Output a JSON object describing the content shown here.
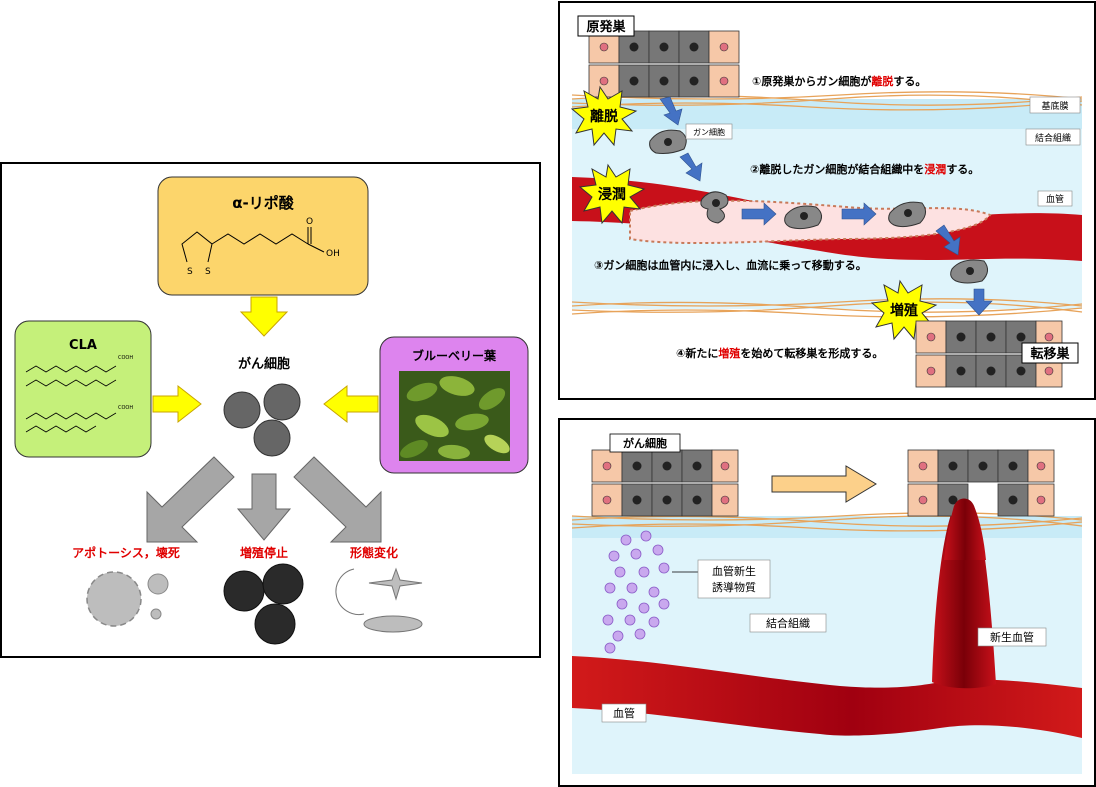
{
  "left": {
    "lipoic": "α-リポ酸",
    "lipoic_s1": "S",
    "lipoic_s2": "S",
    "lipoic_oh": "OH",
    "lipoic_o": "O",
    "cla": "CLA",
    "cooh": "COOH",
    "blueberry": "ブルーベリー葉",
    "cancer": "がん細胞",
    "out1": "アポトーシス，壊死",
    "out2": "増殖停止",
    "out3": "形態変化"
  },
  "topright": {
    "primary": "原発巣",
    "step1_pre": "①原発巣からガン細胞が",
    "step1_hl": "離脱",
    "step1_post": "する。",
    "basement": "基底膜",
    "badge_detach": "離脱",
    "cell_label": "ガン細胞",
    "connective": "結合組織",
    "step2_pre": "②離脱したガン細胞が結合組織中を",
    "step2_hl": "浸潤",
    "step2_post": "する。",
    "badge_invade": "浸潤",
    "vessel": "血管",
    "step3": "③ガン細胞は血管内に浸入し、血流に乗って移動する。",
    "badge_prolif": "増殖",
    "step4_pre": "④新たに",
    "step4_hl": "増殖",
    "step4_post": "を始めて転移巣を形成する。",
    "metastasis": "転移巣"
  },
  "bottomright": {
    "cancer": "がん細胞",
    "factor": "血管新生\n誘導物質",
    "factor_l1": "血管新生",
    "factor_l2": "誘導物質",
    "connective": "結合組織",
    "new_vessel": "新生血管",
    "vessel": "血管"
  },
  "colors": {
    "highlight": "#e00000",
    "lipoic_bg": "#fcd56b",
    "cla_bg": "#c5f07a",
    "blueberry_bg": "#dd84ee",
    "arrow_yellow": "#ffff00",
    "vessel_red": "#c8101a"
  }
}
